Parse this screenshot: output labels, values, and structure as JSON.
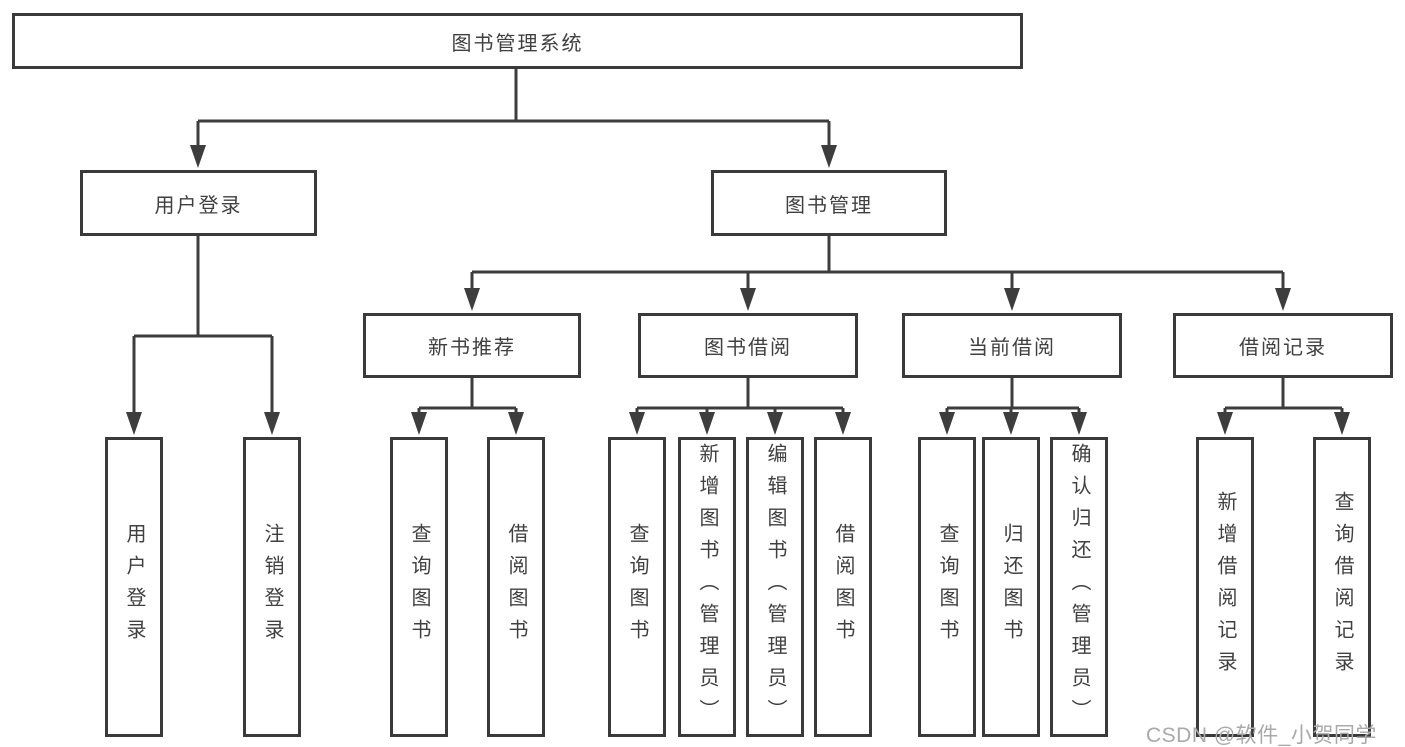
{
  "tree": {
    "root": "图书管理系统",
    "level2": [
      {
        "label": "用户登录",
        "children": [
          "用户登录",
          "注销登录"
        ]
      },
      {
        "label": "图书管理",
        "modules": [
          {
            "label": "新书推荐",
            "children": [
              "查询图书",
              "借阅图书"
            ]
          },
          {
            "label": "图书借阅",
            "children": [
              "查询图书",
              "新增图书（管理员）",
              "编辑图书（管理员）",
              "借阅图书"
            ]
          },
          {
            "label": "当前借阅",
            "children": [
              "查询图书",
              "归还图书",
              "确认归还（管理员）"
            ]
          },
          {
            "label": "借阅记录",
            "children": [
              "新增借阅记录",
              "查询借阅记录"
            ]
          }
        ]
      }
    ]
  },
  "watermark": "CSDN @软件_小贺同学",
  "colors": {
    "line": "#3d3d3d",
    "box_border": "#3a3a3a",
    "text": "#404040",
    "watermark": "#a9a9a9",
    "background": "#ffffff"
  }
}
